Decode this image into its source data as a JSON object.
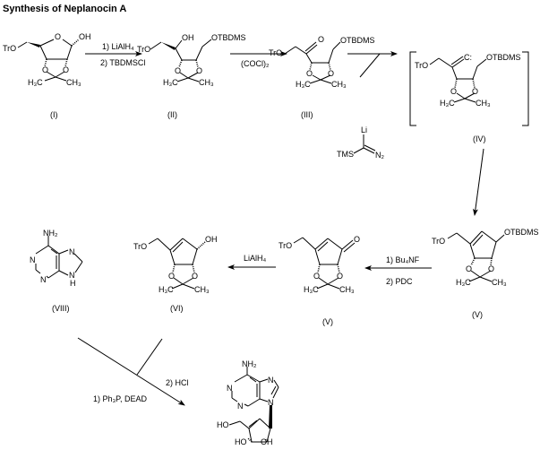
{
  "title": "Synthesis of Neplanocin A",
  "compounds": {
    "I": {
      "label": "(I)",
      "atoms": [
        "TrO",
        "O",
        "OH",
        "O",
        "O",
        "H₃C",
        "CH₃"
      ]
    },
    "II": {
      "label": "(II)",
      "atoms": [
        "TrO",
        "OH",
        "OTBDMS",
        "O",
        "O",
        "H₃C",
        "CH₃"
      ]
    },
    "III": {
      "label": "(III)",
      "atoms": [
        "TrO",
        "O",
        "OTBDMS",
        "O",
        "O",
        "H₃C",
        "CH₃"
      ]
    },
    "IV": {
      "label": "(IV)",
      "atoms": [
        "TrO",
        "C:",
        "OTBDMS",
        "O",
        "O",
        "H₃C",
        "CH₃"
      ]
    },
    "V": {
      "label": "(V)",
      "atoms": [
        "TrO",
        "OTBDMS",
        "O",
        "O",
        "H₃C",
        "CH₃"
      ]
    },
    "V_ketone": {
      "label": "(V)",
      "atoms": [
        "TrO",
        "O",
        "O",
        "O",
        "H₃C",
        "CH₃"
      ]
    },
    "VI": {
      "label": "(VI)",
      "atoms": [
        "TrO",
        "OH",
        "O",
        "O",
        "H₃C",
        "CH₃"
      ]
    },
    "VIII": {
      "label": "(VIII)",
      "atoms": [
        "NH₂",
        "N",
        "N",
        "N",
        "N",
        "H"
      ]
    },
    "product": {
      "atoms": [
        "NH₂",
        "N",
        "N",
        "N",
        "N",
        "HO",
        "HO",
        "OH"
      ]
    }
  },
  "reagents": {
    "step1": [
      "1) LiAlH₄",
      "2) TBDMSCl"
    ],
    "step2": [
      "(COCl)₂"
    ],
    "step3": {
      "atoms": [
        "Li",
        "TMS",
        "N₂"
      ]
    },
    "step5": [
      "1) Bu₄NF",
      "2) PDC"
    ],
    "step6": [
      "LiAlH₄"
    ],
    "step7": [
      "1) Ph₃P, DEAD",
      "2) HCl"
    ]
  }
}
